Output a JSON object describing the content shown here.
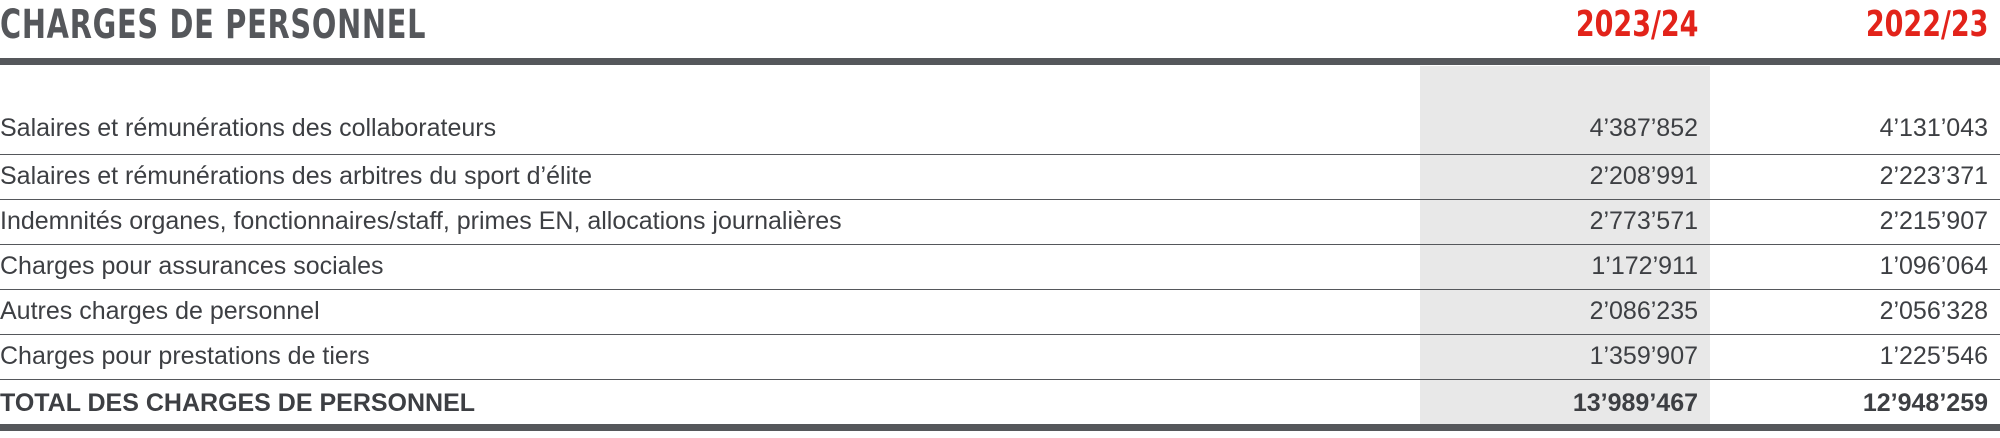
{
  "header": {
    "title": "CHARGES DE PERSONNEL",
    "year_current": "2023/24",
    "year_previous": "2022/23"
  },
  "rows": [
    {
      "label": "Salaires et rémunérations des collaborateurs",
      "current": "4’387’852",
      "previous": "4’131’043"
    },
    {
      "label": "Salaires et rémunérations des arbitres du sport d’élite",
      "current": "2’208’991",
      "previous": "2’223’371"
    },
    {
      "label": "Indemnités organes, fonctionnaires/staff, primes EN, allocations journalières",
      "current": "2’773’571",
      "previous": "2’215’907"
    },
    {
      "label": "Charges pour assurances sociales",
      "current": "1’172’911",
      "previous": "1’096’064"
    },
    {
      "label": "Autres charges de personnel",
      "current": "2’086’235",
      "previous": "2’056’328"
    },
    {
      "label": "Charges pour prestations de tiers",
      "current": "1’359’907",
      "previous": "1’225’546"
    }
  ],
  "total": {
    "label": "TOTAL DES CHARGES DE PERSONNEL",
    "current": "13’989’467",
    "previous": "12’948’259"
  },
  "colors": {
    "year_accent": "#e2231a",
    "rule": "#55575b",
    "highlight_column": "#e8e8e8",
    "text": "#3d3f43"
  }
}
